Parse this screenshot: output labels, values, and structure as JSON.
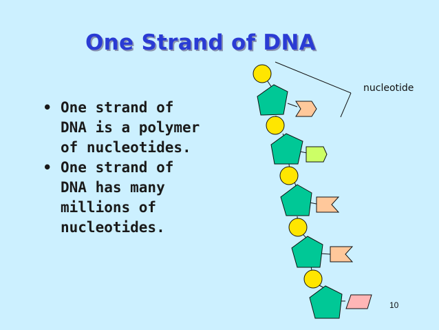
{
  "slide": {
    "title": "One Strand of DNA",
    "bullets": [
      {
        "symbol": "•",
        "text": "One strand of\nDNA is a polymer\nof nucleotides."
      },
      {
        "symbol": "•",
        "text": "One strand of\nDNA has many\nmillions of\nnucleotides."
      }
    ],
    "diagram": {
      "callout_label": "nucleotide",
      "parts": [
        "phosphate",
        "sugar",
        "base"
      ]
    },
    "page_number": "10"
  },
  "colors": {
    "background": "#ccf0ff",
    "title": "#2a3bd4",
    "phosphate": "#ffe600",
    "sugar": "#00c896",
    "base_orange": "#ffc89b",
    "base_green": "#ccff66",
    "base_pink": "#ffb6b6"
  }
}
